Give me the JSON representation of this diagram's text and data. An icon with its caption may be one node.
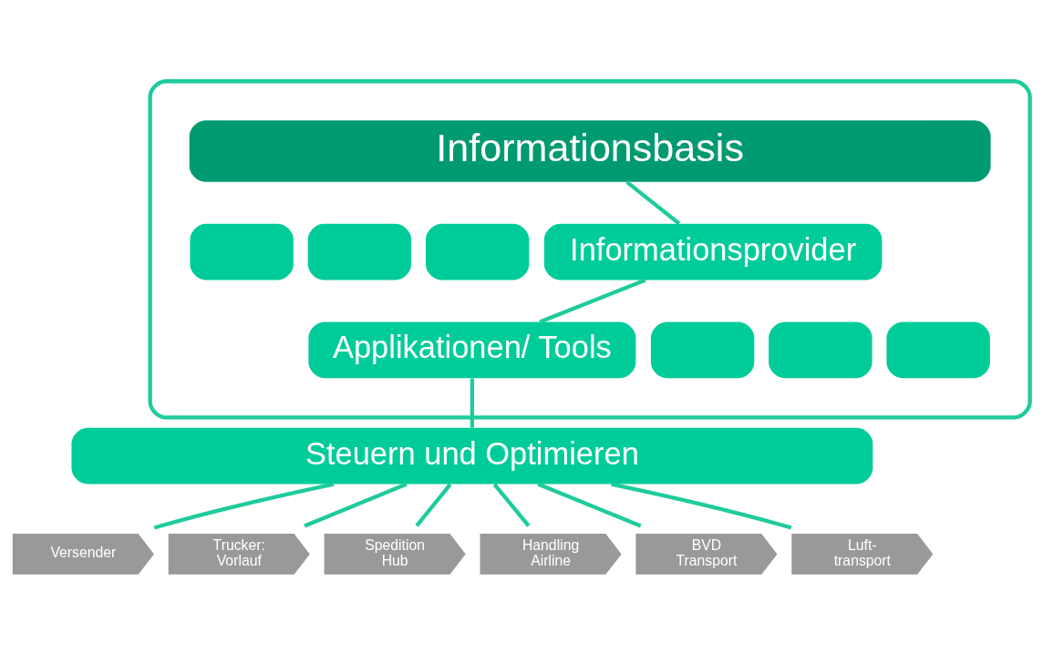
{
  "diagram": {
    "nodes": [
      {
        "text": [],
        "shape": "cloud"
      },
      {
        "text": [
          "Informationsbasis"
        ],
        "in": 0
      },
      {
        "text": [],
        "shape": "box",
        "in": 0
      },
      {
        "text": [],
        "shape": "box",
        "in": 0
      },
      {
        "text": [],
        "shape": "box",
        "in": 0
      },
      {
        "text": [
          "Informationsprovider"
        ],
        "in": 0
      },
      {
        "text": [
          "Applikationen/ Tools"
        ],
        "in": 0
      },
      {
        "text": [],
        "shape": "box",
        "in": 0
      },
      {
        "text": [],
        "shape": "box",
        "in": 0
      },
      {
        "text": [],
        "shape": "box",
        "in": 0
      },
      {
        "text": [
          "Steuern und Optimieren"
        ]
      },
      {
        "text": [
          "Versender"
        ]
      },
      {
        "text": [
          "Trucker: Vorlauf"
        ]
      },
      {
        "text": [
          "Spedition Hub"
        ]
      },
      {
        "text": [
          "Handling Airline"
        ]
      },
      {
        "text": [
          "BVD Transport"
        ]
      },
      {
        "text": [
          "Luft- transport"
        ]
      }
    ],
    "edges": [
      {
        "from": 1,
        "to": 5,
        "arrow": "none"
      },
      {
        "from": 5,
        "to": 6,
        "arrow": "none"
      },
      {
        "from": 6,
        "to": 10,
        "arrow": "none"
      },
      {
        "from": 10,
        "to": 11,
        "arrow": "none"
      },
      {
        "from": 10,
        "to": 12,
        "arrow": "none"
      },
      {
        "from": 10,
        "to": 13,
        "arrow": "none"
      },
      {
        "from": 10,
        "to": 14,
        "arrow": "none"
      },
      {
        "from": 10,
        "to": 15,
        "arrow": "none"
      },
      {
        "from": 10,
        "to": 16,
        "arrow": "none"
      }
    ]
  }
}
